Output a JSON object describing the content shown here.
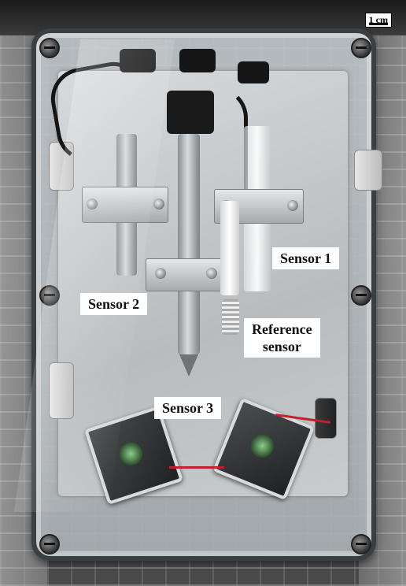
{
  "photo": {
    "scale_label": "1 cm"
  },
  "labels": {
    "sensor1": "Sensor 1",
    "sensor2": "Sensor 2",
    "sensor3": "Sensor 3",
    "reference_line1": "Reference",
    "reference_line2": "sensor"
  },
  "colors": {
    "enclosure_frame": "#3a3f42",
    "plate": "#c9ccce",
    "label_bg": "#ffffff",
    "label_text": "#111111"
  }
}
